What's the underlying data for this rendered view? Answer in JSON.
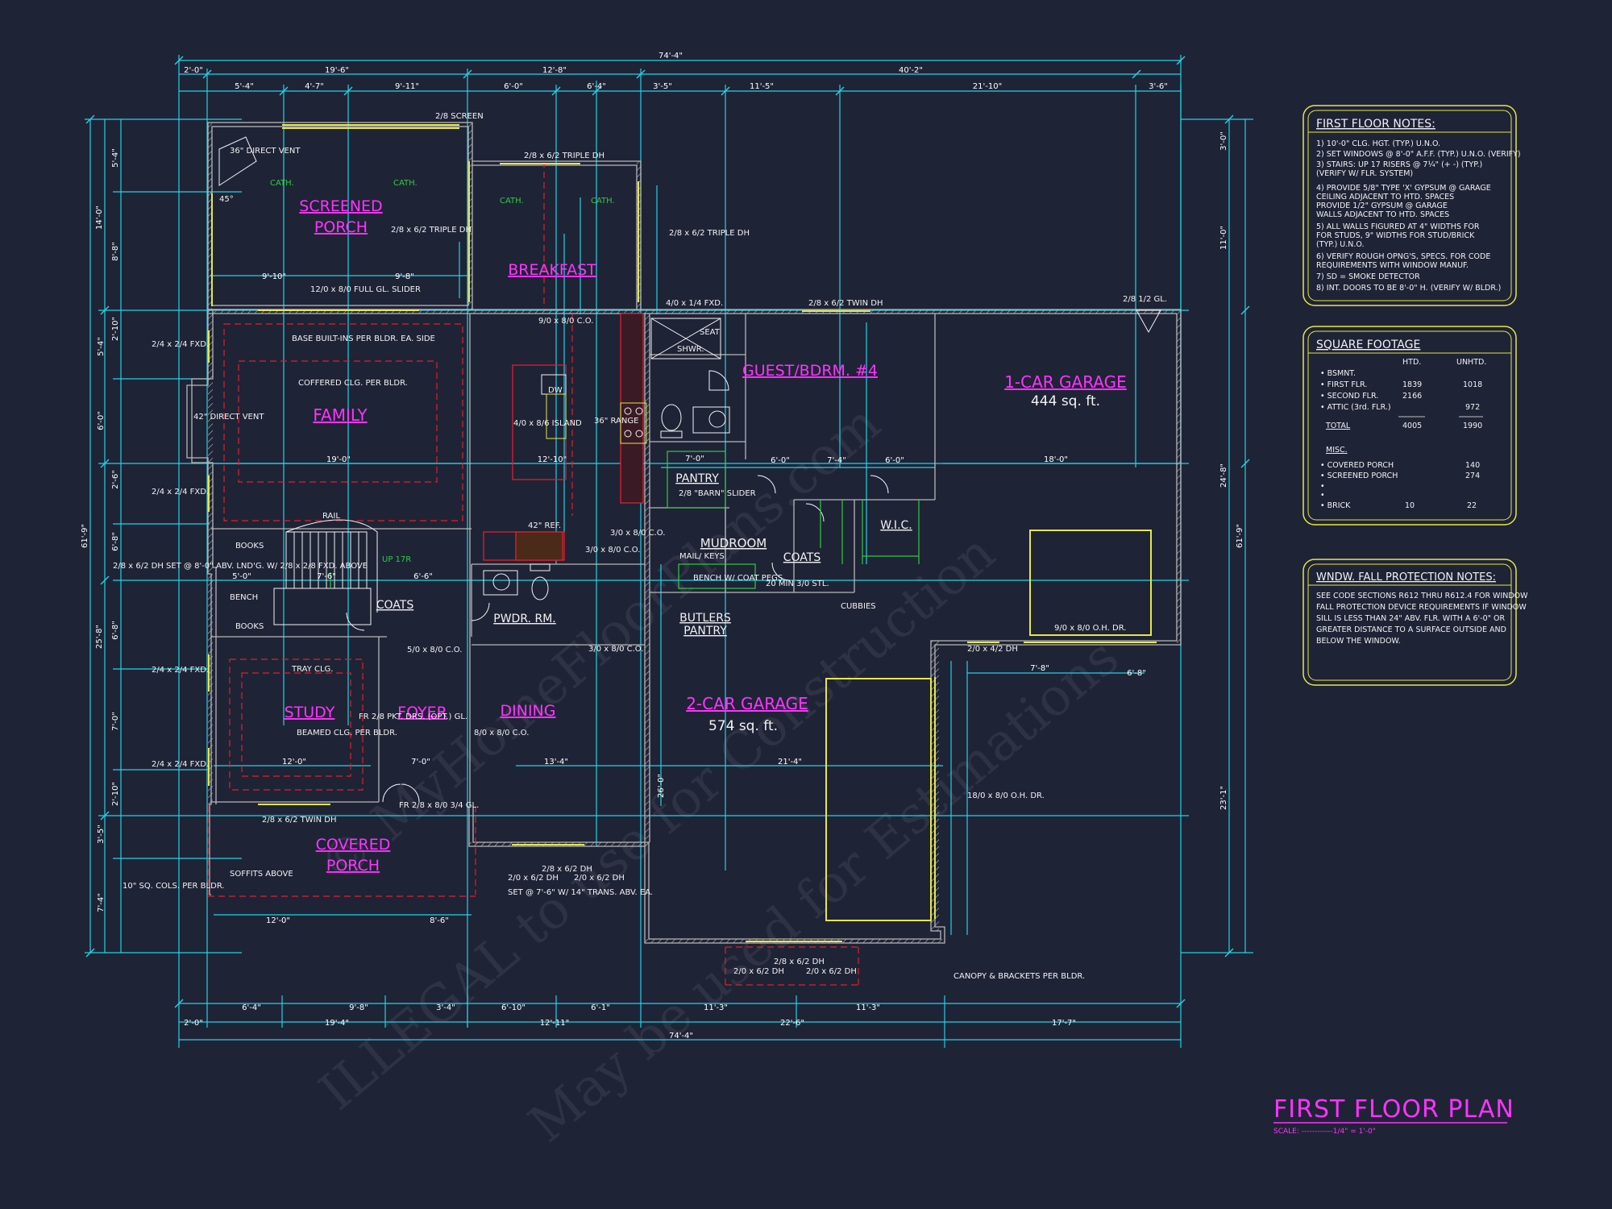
{
  "colors": {
    "background": "#1f2336",
    "dimension_line": "#22d3e6",
    "wall": "#b7b7b7",
    "window": "#e6e64a",
    "room_label": "#ff33ff",
    "hidden_line": "#e0202a",
    "fixture": "#2ecc40"
  },
  "watermark": {
    "line1": "ILLEGAL to use for Construction",
    "line2": "May be used for Estimations",
    "line3": "© MyHomeFloorPlans.com"
  },
  "title": {
    "text": "FIRST FLOOR PLAN",
    "scale": "SCALE: ------------1/4\" = 1'-0\""
  },
  "rooms": {
    "screened_porch_1": "SCREENED",
    "screened_porch_2": "PORCH",
    "breakfast": "BREAKFAST",
    "family": "FAMILY",
    "guest": "GUEST/BDRM. #4",
    "garage1": "1-CAR GARAGE",
    "garage1_area": "444 sq. ft.",
    "pantry": "PANTRY",
    "mudroom": "MUDROOM",
    "coats1": "COATS",
    "coats2": "COATS",
    "wic": "W.I.C.",
    "pwdr": "PWDR. RM.",
    "butlers_1": "BUTLERS",
    "butlers_2": "PANTRY",
    "garage2": "2-CAR GARAGE",
    "garage2_area": "574 sq. ft.",
    "study": "STUDY",
    "foyer": "FOYER",
    "dining": "DINING",
    "covered_1": "COVERED",
    "covered_2": "PORCH"
  },
  "annotations": {
    "direct_vent_1": "36\" DIRECT VENT",
    "cath1": "CATH.",
    "cath2": "CATH.",
    "cath3": "CATH.",
    "cath4": "CATH.",
    "angle45": "45°",
    "screen": "2/8 SCREEN",
    "triple_dh_top": "2/8 x 6/2 TRIPLE DH",
    "triple_dh_porch": "2/8 x 6/2 TRIPLE DH",
    "triple_dh_right": "2/8 x 6/2 TRIPLE DH",
    "slider": "12/0 x 8/0 FULL GL. SLIDER",
    "fxd_4_0": "4/0 x 1/4 FXD.",
    "twin_dh_top": "2/8 x 6/2 TWIN DH",
    "half_gl": "2/8 1/2 GL.",
    "co_top": "9/0 x 8/0 C.O.",
    "fxd_1": "2/4 x 2/4 FXD.",
    "fxd_2": "2/4 x 2/4 FXD.",
    "fxd_3": "2/4 x 2/4 FXD.",
    "fxd_4": "2/4 x 2/4 FXD.",
    "builtins": "BASE BUILT-INS PER BLDR. EA. SIDE",
    "coffered": "COFFERED CLG. PER BLDR.",
    "direct_vent_2": "42\" DIRECT VENT",
    "dw": "DW",
    "island": "4/0 x 8/6 ISLAND",
    "range": "36\" RANGE",
    "ref": "42\" REF.",
    "seat": "SEAT",
    "shwr": "SHWR.",
    "barn": "2/8 \"BARN\" SLIDER",
    "rail": "RAIL",
    "books1": "BOOKS",
    "books2": "BOOKS",
    "bench": "BENCH",
    "up": "UP 17R",
    "dh_set": "2/8 x 6/2 DH SET @ 8'-0\" ABV. LND'G. W/ 2/8 x 2/8 FXD. ABOVE",
    "mail": "MAIL/ KEYS",
    "bench_coat": "BENCH W/ COAT PEGS",
    "min_sill": "20 MIN 3/0 STL.",
    "cubbies": "CUBBIES",
    "co_mid1": "3/0 x 8/0 C.O.",
    "co_mid2": "3/0 x 8/0 C.O.",
    "co_mid3": "3/0 x 8/0 C.O.",
    "co_foyer": "5/0 x 8/0 C.O.",
    "co_dining": "8/0 x 8/0 C.O.",
    "oh_dr_1": "9/0 x 8/0 O.H. DR.",
    "oh_dr_2": "18/0 x 8/0 O.H. DR.",
    "dh_4_2": "2/0 x 4/2 DH",
    "tray": "TRAY CLG.",
    "beamed": "BEAMED CLG. PER BLDR.",
    "fr_pkt": "FR 2/8 PKT. DRS. (OPT.) GL.",
    "fr_door": "FR 2/8 x 8/0 3/4 GL.",
    "twin_dh_study": "2/8 x 6/2 TWIN DH",
    "soffits": "SOFFITS ABOVE",
    "cols": "10\" SQ. COLS. PER BLDR.",
    "dining_win_1": "2/8 x 6/2 DH",
    "dining_win_2": "2/0 x 6/2 DH",
    "dining_win_3": "2/0 x 6/2 DH",
    "dining_set": "SET @ 7'-6\" W/ 14\" TRANS. ABV. EA.",
    "garage_win_1": "2/8 x 6/2 DH",
    "garage_win_2": "2/0 x 6/2 DH",
    "garage_win_3": "2/0 x 6/2 DH",
    "canopy": "CANOPY & BRACKETS PER BLDR."
  },
  "dimensions": {
    "top_overall": "74'-4\"",
    "top_1": "2'-0\"",
    "top_2": "19'-6\"",
    "top_3": "12'-8\"",
    "top_4": "40'-2\"",
    "top_5": "5'-4\"",
    "top_6": "4'-7\"",
    "top_7": "9'-11\"",
    "top_8": "6'-0\"",
    "top_9": "6'-4\"",
    "top_10": "3'-5\"",
    "top_11": "11'-5\"",
    "top_12": "21'-10\"",
    "top_13": "3'-6\"",
    "bot_overall": "74'-4\"",
    "bot_1": "2'-0\"",
    "bot_2": "19'-4\"",
    "bot_3": "12'-11\"",
    "bot_4": "22'-6\"",
    "bot_5": "17'-7\"",
    "bot_6": "6'-4\"",
    "bot_7": "9'-8\"",
    "bot_8": "3'-4\"",
    "bot_9": "6'-10\"",
    "bot_10": "6'-1\"",
    "bot_11": "11'-3\"",
    "bot_12": "11'-3\"",
    "left_overall": "61'-9\"",
    "left_1": "14'-0\"",
    "left_2": "25'-8\"",
    "left_3": "5'-4\"",
    "left_4": "8'-8\"",
    "left_5": "7'-4\"",
    "left_6": "5'-4\"",
    "left_7": "2'-10\"",
    "left_8": "6'-0\"",
    "left_9": "2'-6\"",
    "left_10": "6'-8\"",
    "left_11": "6'-8\"",
    "left_12": "7'-0\"",
    "left_13": "2'-10\"",
    "left_14": "3'-5\"",
    "right_overall": "61'-9\"",
    "right_1": "3'-0\"",
    "right_2": "11'-0\"",
    "right_3": "24'-8\"",
    "right_4": "23'-1\"",
    "in_family": "19'-0\"",
    "in_garage1": "18'-0\"",
    "in_study": "12'-0\"",
    "in_foyer": "7'-0\"",
    "in_dining": "13'-4\"",
    "in_garage2": "21'-4\"",
    "in_covered": "12'-0\"",
    "in_covered2": "8'-6\"",
    "in_porch_l": "9'-10\"",
    "in_porch_r": "9'-8\"",
    "in_break": "12'-10\"",
    "in_g2v": "26'-0\"",
    "in_g1_a": "7'-8\"",
    "in_g1_b": "6'-8\"",
    "in_pantry": "7'-0\"",
    "in_mud1": "6'-0\"",
    "in_mud2": "7'-4\"",
    "in_mud3": "6'-0\"",
    "in_stair1": "7'-6\"",
    "in_stair2": "5'-0\"",
    "in_stair3": "6'-6\""
  },
  "notes_first_floor": {
    "title": "FIRST FLOOR NOTES:",
    "lines": [
      "1) 10'-0\" CLG. HGT. (TYP.) U.N.O.",
      "2) SET WINDOWS @ 8'-0\" A.F.F. (TYP.) U.N.O. (VERIFY)",
      "3) STAIRS: UP 17 RISERS @ 7¼\" (+ -) (TYP.)",
      "    (VERIFY W/ FLR. SYSTEM)",
      "4) PROVIDE 5/8\" TYPE 'X' GYPSUM @ GARAGE",
      "    CEILING ADJACENT TO HTD. SPACES",
      "    PROVIDE 1/2\" GYPSUM @ GARAGE",
      "    WALLS ADJACENT TO HTD. SPACES",
      "5) ALL WALLS FIGURED AT 4\" WIDTHS FOR",
      "    FOR STUDS, 9\" WIDTHS FOR STUD/BRICK",
      "    (TYP.) U.N.O.",
      "6) VERIFY ROUGH OPNG'S, SPECS. FOR CODE",
      "    REQUIREMENTS WITH WINDOW MANUF.",
      "7) SD = SMOKE DETECTOR",
      "8) INT. DOORS TO BE 8'-0\" H. (VERIFY W/ BLDR.)"
    ]
  },
  "square_footage": {
    "title": "SQUARE FOOTAGE",
    "col_htd": "HTD.",
    "col_unhtd": "UNHTD.",
    "rows": [
      {
        "label": "• BSMNT.",
        "htd": "",
        "unhtd": ""
      },
      {
        "label": "• FIRST FLR.",
        "htd": "1839",
        "unhtd": "1018"
      },
      {
        "label": "• SECOND FLR.",
        "htd": "2166",
        "unhtd": ""
      },
      {
        "label": "• ATTIC (3rd. FLR.)",
        "htd": "",
        "unhtd": "972"
      }
    ],
    "total_label": "TOTAL",
    "total_htd": "4005",
    "total_unhtd": "1990",
    "misc_label": "MISC.",
    "misc": [
      {
        "label": "• COVERED PORCH",
        "value": "140"
      },
      {
        "label": "• SCREENED PORCH",
        "value": "274"
      },
      {
        "label": "•",
        "value": ""
      },
      {
        "label": "•",
        "value": ""
      }
    ],
    "brick_label": "• BRICK",
    "brick_a": "10",
    "brick_b": "22"
  },
  "window_notes": {
    "title": "WNDW. FALL PROTECTION NOTES:",
    "lines": [
      "SEE CODE SECTIONS R612 THRU R612.4 FOR WINDOW",
      "FALL PROTECTION DEVICE REQUIREMENTS IF WINDOW",
      "SILL IS LESS THAN 24\" ABV. FLR. WITH A 6'-0\" OR",
      "GREATER DISTANCE TO A SURFACE OUTSIDE AND",
      "BELOW THE WINDOW."
    ]
  }
}
